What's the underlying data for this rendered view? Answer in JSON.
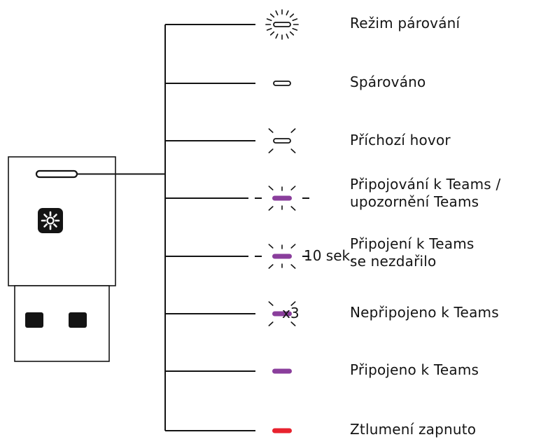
{
  "colors": {
    "line": "#141414",
    "off_led": "#ffffff",
    "purple": "#8a3e9c",
    "red": "#e8222e",
    "logo_bg": "#141414"
  },
  "dongle": {
    "logo_icon": "teams-logo-icon",
    "led_state": "off"
  },
  "states": [
    {
      "label_lines": [
        "Režim párování"
      ],
      "led": "off",
      "blink": "dense",
      "extra": ""
    },
    {
      "label_lines": [
        "Spárováno"
      ],
      "led": "off",
      "blink": "none",
      "extra": ""
    },
    {
      "label_lines": [
        "Příchozí hovor"
      ],
      "led": "off",
      "blink": "sparse",
      "extra": ""
    },
    {
      "label_lines": [
        "Připojování k Teams /",
        "upozornění Teams"
      ],
      "led": "purple",
      "blink": "pulse",
      "extra": ""
    },
    {
      "label_lines": [
        "Připojení k Teams",
        "se nezdařilo"
      ],
      "led": "purple",
      "blink": "pulse",
      "extra": "10 sek."
    },
    {
      "label_lines": [
        "Nepřipojeno k Teams"
      ],
      "led": "purple",
      "blink": "sparse",
      "extra": "x3"
    },
    {
      "label_lines": [
        "Připojeno k Teams"
      ],
      "led": "purple",
      "blink": "none",
      "extra": ""
    },
    {
      "label_lines": [
        "Ztlumení zapnuto"
      ],
      "led": "red",
      "blink": "none",
      "extra": ""
    }
  ]
}
